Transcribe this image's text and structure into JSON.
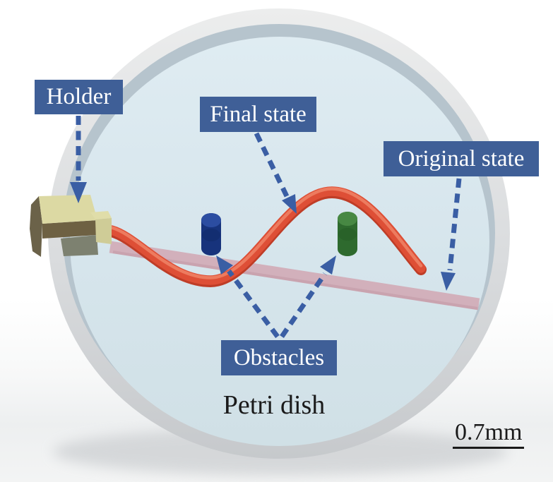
{
  "figure": {
    "labels": {
      "holder": "Holder",
      "final_state": "Final state",
      "original_state": "Original state",
      "obstacles": "Obstacles"
    },
    "caption": "Petri dish",
    "scale_bar": "0.7mm"
  },
  "colors": {
    "label-bg": "#3f5f97",
    "label-text": "#ffffff",
    "arrow-blue": "#3a5ea4",
    "wire-red": "#de4f36",
    "wire-red-dark": "#bf3d27",
    "wire-red-light": "#f28a6e",
    "rod-pink": "#d1a2ad",
    "holder-khaki": "#dcd9a3",
    "holder-dark": "#6b6249",
    "obstacle-blue": "#17337c",
    "obstacle-blue-light": "#2c4da1",
    "obstacle-green": "#2e6a2e",
    "obstacle-green-light": "#478843",
    "dish-interior": "#d6e5ec",
    "dish-band": "#b6c4cd",
    "dish-rim": "#dcdde0",
    "caption-color": "#1a1a1a"
  }
}
